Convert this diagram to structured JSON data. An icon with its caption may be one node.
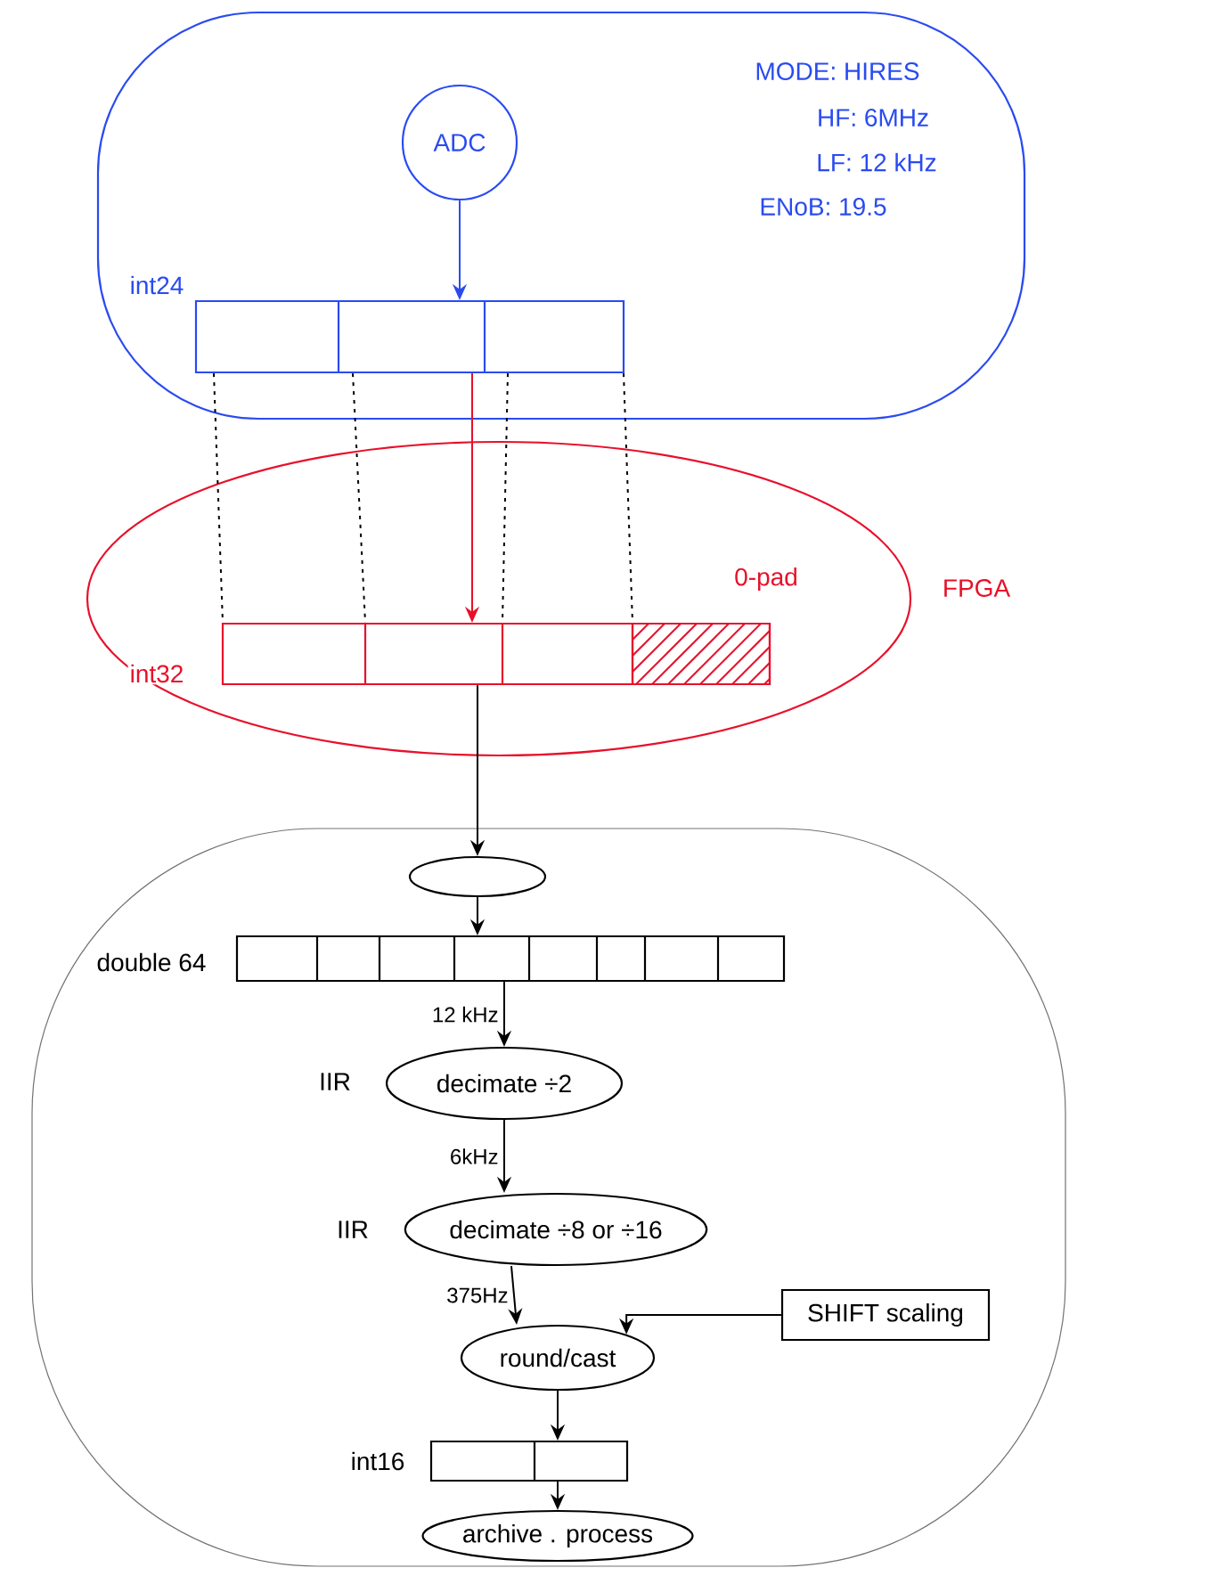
{
  "diagram": {
    "nodes": [
      {
        "text": [
          "MODE: HIRES",
          "HF: 6MHz",
          "LF: 12 kHz",
          "ENoB: 19.5"
        ]
      },
      {
        "text": [
          "ADC"
        ],
        "in": 0
      },
      {
        "text": [],
        "shape": "bar",
        "in": 0,
        "beside": [
          "int24"
        ]
      },
      {
        "text": [
          "FPGA"
        ]
      },
      {
        "text": [],
        "shape": "bar",
        "in": 3,
        "beside": [
          "int32"
        ]
      },
      {
        "text": [],
        "shape": "box"
      },
      {
        "text": [],
        "shape": "circle",
        "in": 5
      },
      {
        "text": [],
        "shape": "bar",
        "in": 5,
        "beside": [
          "double 64"
        ]
      },
      {
        "text": [
          "decimate ÷2"
        ],
        "in": 5,
        "beside": [
          "IIR"
        ]
      },
      {
        "text": [
          "decimate ÷8 or ÷16"
        ],
        "in": 5,
        "beside": [
          "IIR"
        ]
      },
      {
        "text": [
          "SHIFT scaling"
        ],
        "in": 5
      },
      {
        "text": [
          "round/cast"
        ],
        "in": 5
      },
      {
        "text": [],
        "shape": "bar",
        "in": 5,
        "beside": [
          "int16"
        ]
      },
      {
        "text": [
          "archive . process"
        ],
        "in": 5
      }
    ],
    "edges": [
      {
        "from": 1,
        "to": 2,
        "arrow": "to",
        "color": "#2a4bf0"
      },
      {
        "from": 2,
        "to": 4,
        "arrow": "to",
        "color": "#e8102a"
      },
      {
        "from": 2,
        "to": 4,
        "arrow": "none",
        "style": "dashed"
      },
      {
        "from": 2,
        "to": 4,
        "arrow": "none",
        "style": "dashed"
      },
      {
        "from": 2,
        "to": 4,
        "arrow": "none",
        "style": "dashed"
      },
      {
        "from": 2,
        "to": 4,
        "arrow": "none",
        "style": "dashed"
      },
      {
        "from": 4,
        "to": 6,
        "arrow": "to"
      },
      {
        "from": 6,
        "to": 7,
        "arrow": "to"
      },
      {
        "from": 7,
        "to": 8,
        "arrow": "to",
        "label": "12 kHz"
      },
      {
        "from": 8,
        "to": 9,
        "arrow": "to",
        "label": "6kHz"
      },
      {
        "from": 9,
        "to": 11,
        "arrow": "to",
        "label": "375Hz"
      },
      {
        "from": 10,
        "to": 11,
        "arrow": "to"
      },
      {
        "from": 11,
        "to": 12,
        "arrow": "to"
      },
      {
        "from": 12,
        "to": 13,
        "arrow": "to"
      }
    ],
    "labels": [
      "0-pad"
    ]
  }
}
